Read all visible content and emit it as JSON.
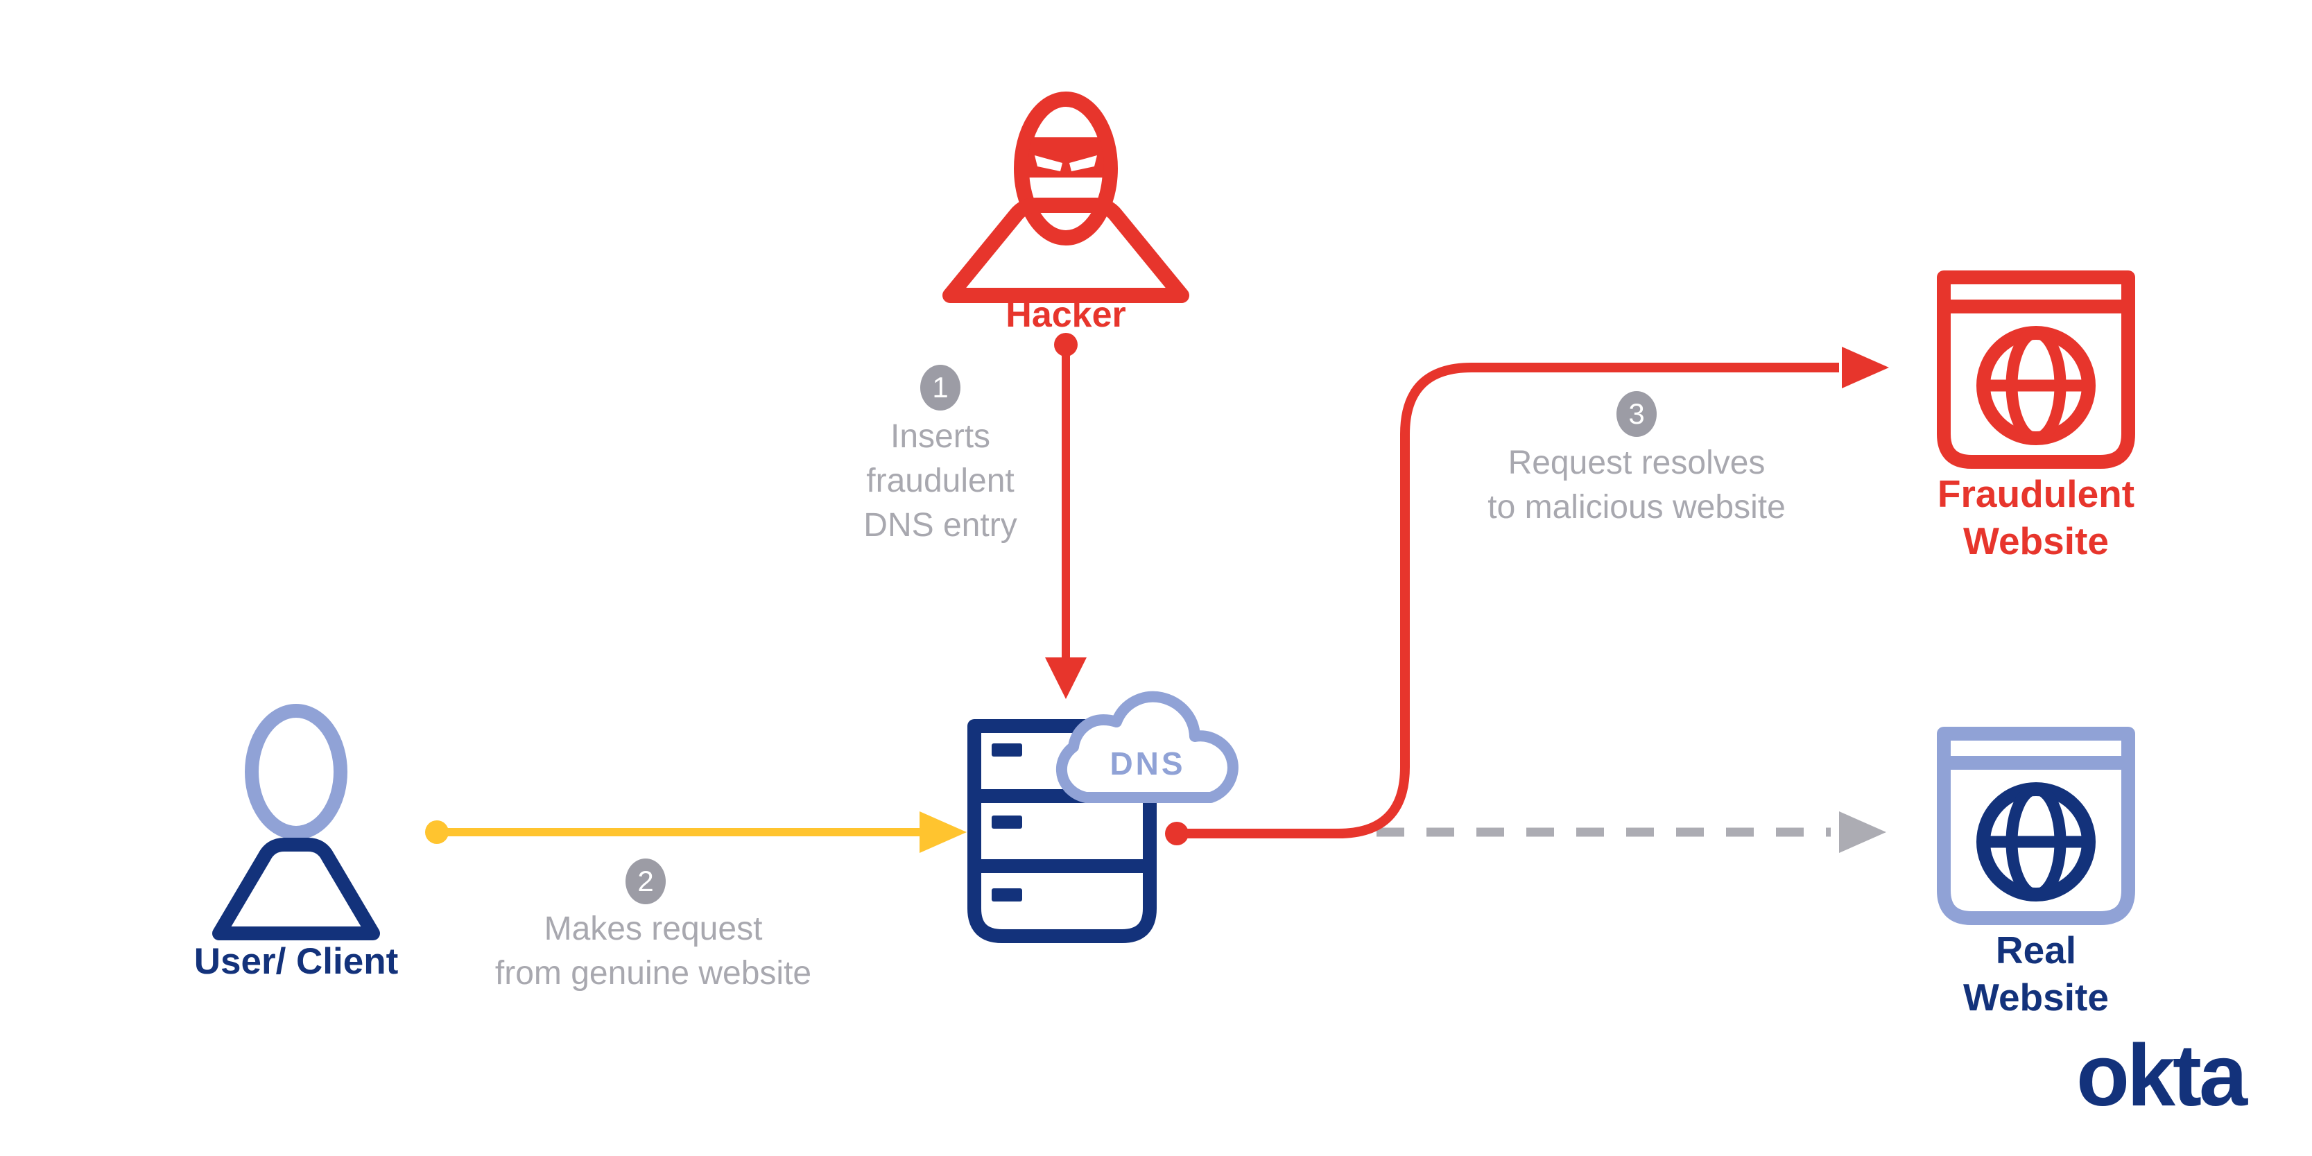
{
  "diagram": {
    "hacker": {
      "label": "Hacker"
    },
    "user": {
      "label": "User/ Client"
    },
    "dns_cloud": {
      "label": "DNS"
    },
    "fraudulent_site": {
      "label": "Fraudulent\nWebsite"
    },
    "real_site": {
      "label": "Real\nWebsite"
    },
    "steps": [
      {
        "number": "1",
        "caption": "Inserts\nfraudulent\nDNS entry"
      },
      {
        "number": "2",
        "caption": "Makes request\nfrom genuine website"
      },
      {
        "number": "3",
        "caption": "Request resolves\nto malicious website"
      }
    ],
    "brand": {
      "logo_text": "okta"
    },
    "colors": {
      "red": "#E7352C",
      "navy": "#13327B",
      "periwinkle": "#90A2D6",
      "yellow": "#FFC42F",
      "caption_gray": "#A8A8AF",
      "badge_gray": "#9C9CA5",
      "dashed_arrow_gray": "#ACACB3",
      "background": "#FFFFFF"
    }
  }
}
